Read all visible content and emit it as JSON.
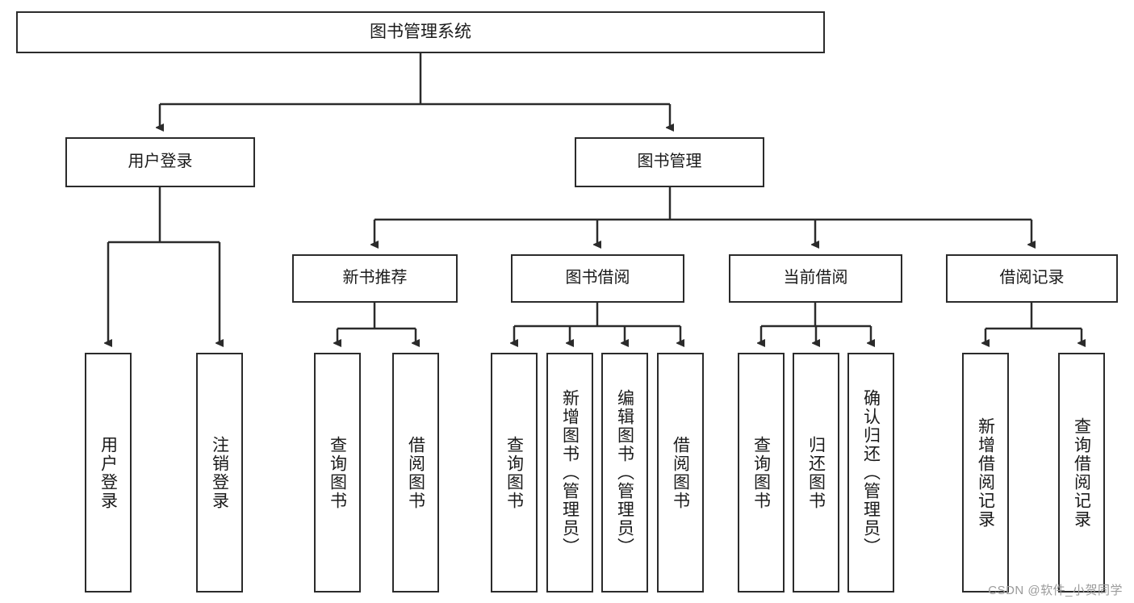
{
  "diagram": {
    "title": "图书管理系统",
    "type": "tree-hierarchy",
    "watermark": "CSDN @软件_小贺同学",
    "colors": {
      "box_stroke": "#2b2b2b",
      "box_fill": "#ffffff",
      "connector": "#2b2b2b",
      "text": "#1a1a1a",
      "watermark": "#9a9a9a"
    },
    "nodes": {
      "root": {
        "label": "图书管理系统"
      },
      "level2": [
        {
          "label": "用户登录"
        },
        {
          "label": "图书管理"
        }
      ],
      "level3": [
        {
          "label": "新书推荐"
        },
        {
          "label": "图书借阅"
        },
        {
          "label": "当前借阅"
        },
        {
          "label": "借阅记录"
        }
      ],
      "leaves": {
        "user_login": [
          {
            "label": "用户登录"
          },
          {
            "label": "注销登录"
          }
        ],
        "new_book_recommend": [
          {
            "label": "查询图书"
          },
          {
            "label": "借阅图书"
          }
        ],
        "book_borrow": [
          {
            "label": "查询图书"
          },
          {
            "label": "新增图书（管理员）"
          },
          {
            "label": "编辑图书（管理员）"
          },
          {
            "label": "借阅图书"
          }
        ],
        "current_borrow": [
          {
            "label": "查询图书"
          },
          {
            "label": "归还图书"
          },
          {
            "label": "确认归还（管理员）"
          }
        ],
        "borrow_record": [
          {
            "label": "新增借阅记录"
          },
          {
            "label": "查询借阅记录"
          }
        ]
      }
    }
  }
}
